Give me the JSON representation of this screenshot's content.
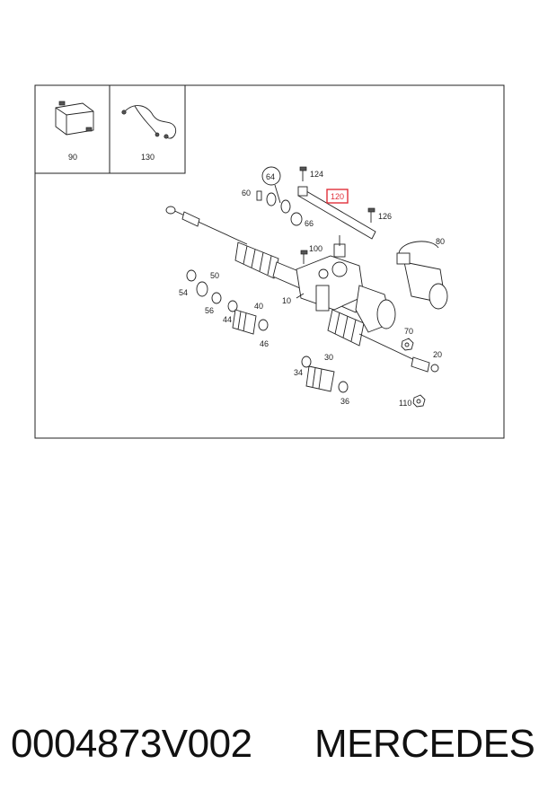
{
  "diagram": {
    "inset_labels": {
      "left": "90",
      "right": "130"
    },
    "callouts": {
      "c10": "10",
      "c20": "20",
      "c30": "30",
      "c34": "34",
      "c36": "36",
      "c40": "40",
      "c44": "44",
      "c46": "46",
      "c50": "50",
      "c54": "54",
      "c56": "56",
      "c60": "60",
      "c64": "64",
      "c66": "66",
      "c70": "70",
      "c80": "80",
      "c100": "100",
      "c110": "110",
      "c120": "120",
      "c124": "124",
      "c126": "126"
    },
    "highlight_color": "#e0303a"
  },
  "footer": {
    "part_number": "0004873V002",
    "brand": "MERCEDES"
  }
}
